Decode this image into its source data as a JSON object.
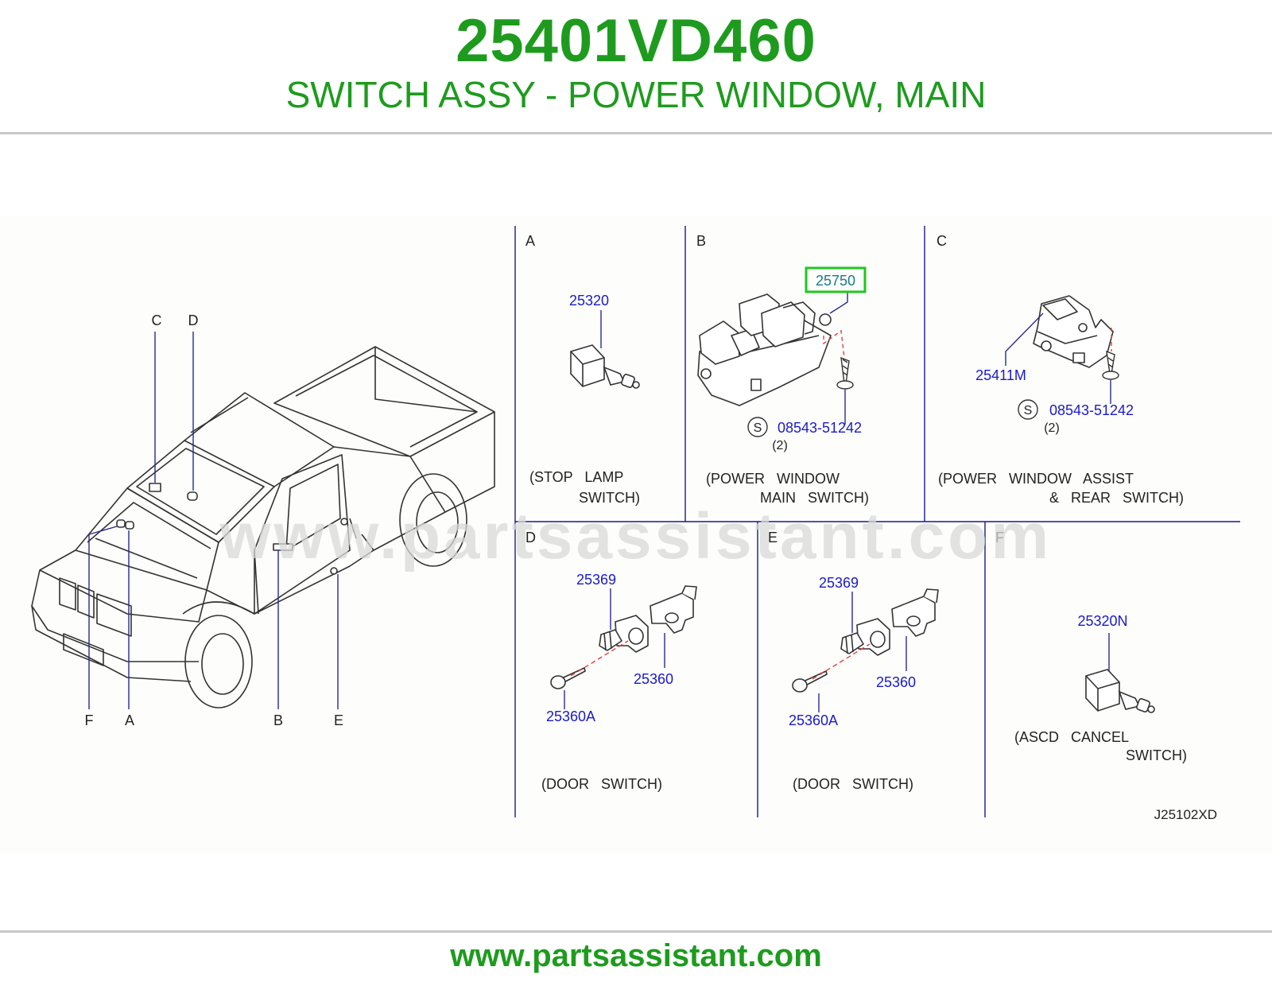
{
  "header": {
    "part_number": "25401VD460",
    "description": "SWITCH ASSY - POWER WINDOW, MAIN"
  },
  "watermark": "www.partsassistant.com",
  "footer": {
    "url": "www.partsassistant.com"
  },
  "diagram": {
    "code": "J25102XD",
    "vehicle_callouts": [
      "C",
      "D",
      "F",
      "A",
      "B",
      "E"
    ],
    "sections": {
      "A": {
        "letter": "A",
        "part": "25320",
        "caption1": "(STOP   LAMP",
        "caption2": "SWITCH)"
      },
      "B": {
        "letter": "B",
        "part": "25750",
        "screw_symbol": "S",
        "screw": "08543-51242",
        "qty": "(2)",
        "caption1": "(POWER   WINDOW",
        "caption2": "MAIN   SWITCH)"
      },
      "C": {
        "letter": "C",
        "part": "25411M",
        "screw_symbol": "S",
        "screw": "08543-51242",
        "qty": "(2)",
        "caption1": "(POWER   WINDOW   ASSIST",
        "caption2": "&   REAR   SWITCH)"
      },
      "D": {
        "letter": "D",
        "part_cap": "25369",
        "part_switch": "25360",
        "part_screw": "25360A",
        "caption": "(DOOR   SWITCH)"
      },
      "E": {
        "letter": "E",
        "part_cap": "25369",
        "part_switch": "25360",
        "part_screw": "25360A",
        "caption": "(DOOR   SWITCH)"
      },
      "F": {
        "letter": "F",
        "part": "25320N",
        "caption1": "(ASCD   CANCEL",
        "caption2": "SWITCH)"
      }
    }
  },
  "colors": {
    "brand_green": "#1e9b1e",
    "part_blue": "#1a1acc",
    "highlight": "#1fc71f",
    "grid_line": "#1a1a8c"
  }
}
